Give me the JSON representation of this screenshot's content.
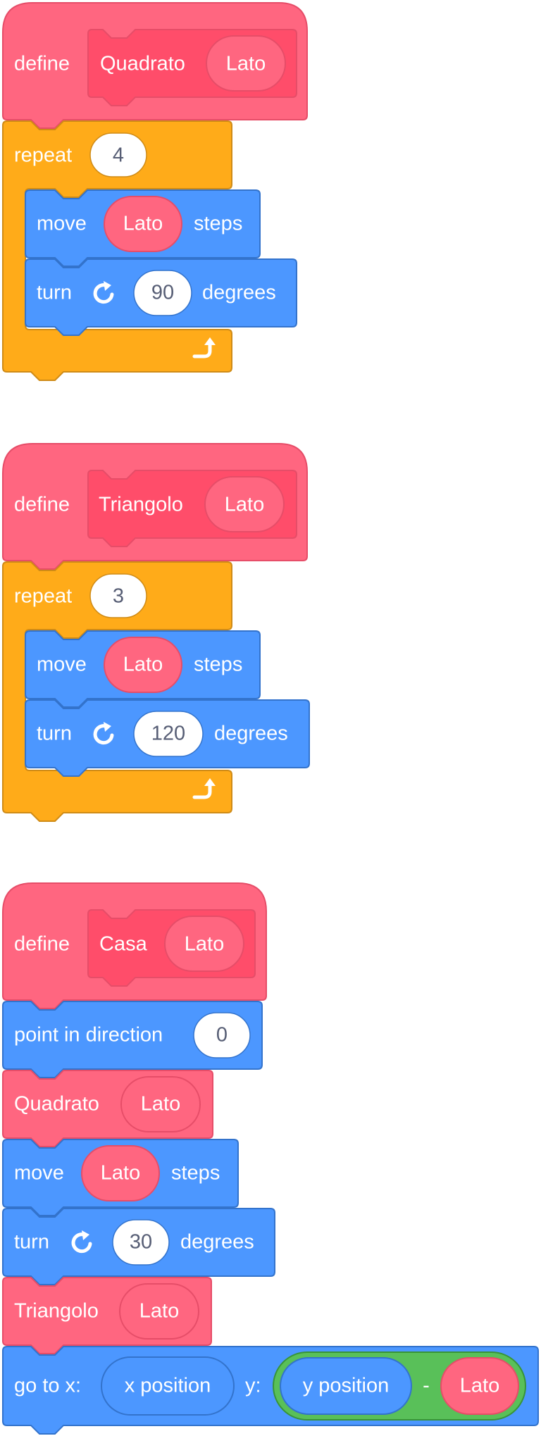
{
  "scripts": [
    {
      "define_label": "define",
      "name": "Quadrato",
      "param": "Lato",
      "repeat_label": "repeat",
      "repeat_count": "4",
      "move_label": "move",
      "move_arg": "Lato",
      "steps_label": "steps",
      "turn_label": "turn",
      "turn_value": "90",
      "degrees_label": "degrees"
    },
    {
      "define_label": "define",
      "name": "Triangolo",
      "param": "Lato",
      "repeat_label": "repeat",
      "repeat_count": "3",
      "move_label": "move",
      "move_arg": "Lato",
      "steps_label": "steps",
      "turn_label": "turn",
      "turn_value": "120",
      "degrees_label": "degrees"
    },
    {
      "define_label": "define",
      "name": "Casa",
      "param": "Lato",
      "point_label": "point in direction",
      "point_value": "0",
      "call1_name": "Quadrato",
      "call1_arg": "Lato",
      "move_label": "move",
      "move_arg": "Lato",
      "steps_label": "steps",
      "turn_label": "turn",
      "turn_value": "30",
      "degrees_label": "degrees",
      "call2_name": "Triangolo",
      "call2_arg": "Lato",
      "goto_label": "go to x:",
      "goto_x": "x position",
      "goto_y_label": "y:",
      "goto_y_left": "y position",
      "minus_label": "-",
      "goto_y_right": "Lato"
    }
  ],
  "colors": {
    "custom": "#ff6680",
    "custom_dark": "#ff4d6a",
    "custom_border": "#e64d68",
    "control": "#ffab19",
    "control_border": "#cf8b17",
    "motion": "#4c97ff",
    "motion_border": "#3373cc",
    "operator": "#59c059",
    "operator_border": "#389438",
    "input_text": "#575e75"
  },
  "icons": [
    "rotate-right-icon",
    "repeat-arrow-icon"
  ]
}
